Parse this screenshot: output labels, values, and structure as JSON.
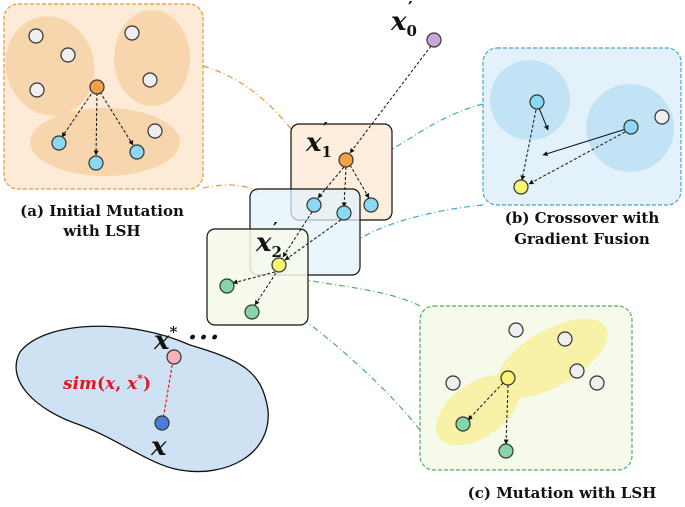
{
  "panels": {
    "a": {
      "caption_line1": "(a) Initial Mutation",
      "caption_line2": "with LSH"
    },
    "b": {
      "caption_line1": "(b) Crossover with",
      "caption_line2": "Gradient Fusion"
    },
    "c": {
      "caption": "(c) Mutation with LSH"
    }
  },
  "labels": {
    "x0": "x",
    "x0_sub": "0",
    "x0_prime": "′",
    "x1": "x",
    "x1_sub": "1",
    "x1_prime": "′",
    "x2": "x",
    "x2_sub": "2",
    "x2_prime": "′",
    "xstar": "x",
    "xstar_sup": "*",
    "dots": "···",
    "x": "x",
    "sim_prefix": "sim",
    "sim_open": "(",
    "sim_x": "x",
    "sim_comma": ", ",
    "sim_x2": "x",
    "sim_star": "*",
    "sim_close": ")"
  },
  "colors": {
    "orange_panel": "#fdebd8",
    "orange_border": "#e8963c",
    "orange_blob": "#f7d6ae",
    "blue_panel": "#e3f1fb",
    "blue_border": "#3fa7cc",
    "blue_blob": "#c2e2f6",
    "green_panel": "#f5faea",
    "green_border": "#4fae6a",
    "yellow_blob": "#f8f2a8",
    "node_orange": "#f4a04a",
    "node_cyan": "#8ad8f2",
    "node_yellow": "#f7f373",
    "node_green": "#86d4a8",
    "node_purple": "#c9a6da",
    "node_pink": "#f5b4b8",
    "node_blue": "#4a7fd8",
    "node_white": "#efefef",
    "region": "#cfe2f3"
  }
}
